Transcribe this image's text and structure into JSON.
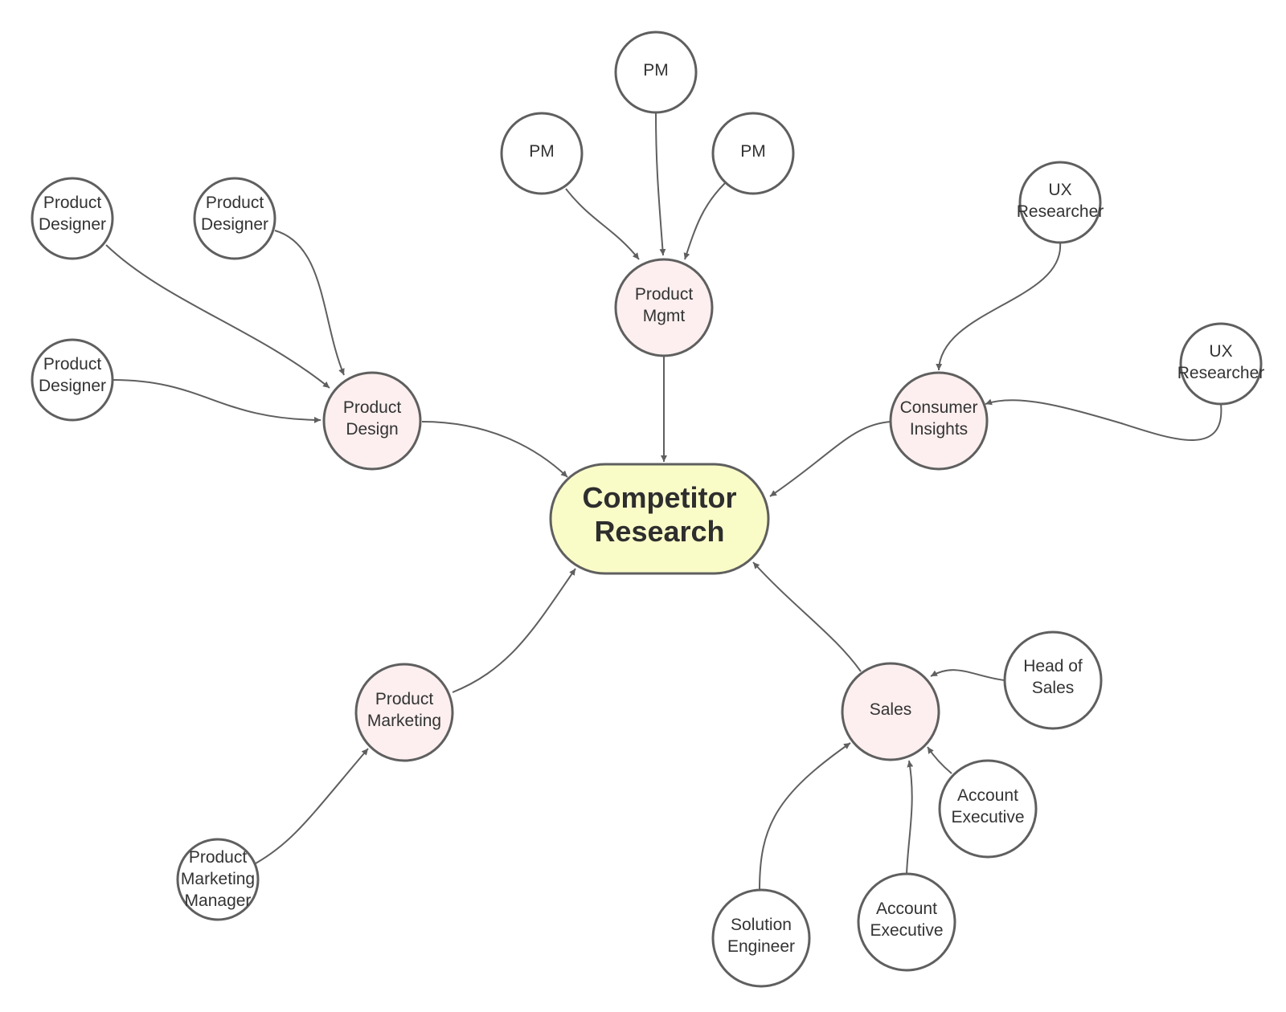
{
  "colors": {
    "stroke": "#5f5f5f",
    "text": "#333333",
    "center_fill": "#fafcc8",
    "department_fill": "#fdefef",
    "person_fill": "#ffffff"
  },
  "center": {
    "id": "competitor-research",
    "lines": [
      "Competitor",
      "Research"
    ]
  },
  "departments": [
    {
      "id": "product-mgmt",
      "lines": [
        "Product",
        "Mgmt"
      ]
    },
    {
      "id": "product-design",
      "lines": [
        "Product",
        "Design"
      ]
    },
    {
      "id": "consumer-insights",
      "lines": [
        "Consumer",
        "Insights"
      ]
    },
    {
      "id": "product-marketing",
      "lines": [
        "Product",
        "Marketing"
      ]
    },
    {
      "id": "sales",
      "lines": [
        "Sales"
      ]
    }
  ],
  "people": [
    {
      "id": "pm-1",
      "lines": [
        "PM"
      ],
      "reports_to": "product-mgmt"
    },
    {
      "id": "pm-2",
      "lines": [
        "PM"
      ],
      "reports_to": "product-mgmt"
    },
    {
      "id": "pm-3",
      "lines": [
        "PM"
      ],
      "reports_to": "product-mgmt"
    },
    {
      "id": "product-designer-1",
      "lines": [
        "Product",
        "Designer"
      ],
      "reports_to": "product-design"
    },
    {
      "id": "product-designer-2",
      "lines": [
        "Product",
        "Designer"
      ],
      "reports_to": "product-design"
    },
    {
      "id": "product-designer-3",
      "lines": [
        "Product",
        "Designer"
      ],
      "reports_to": "product-design"
    },
    {
      "id": "ux-researcher-1",
      "lines": [
        "UX",
        "Researcher"
      ],
      "reports_to": "consumer-insights"
    },
    {
      "id": "ux-researcher-2",
      "lines": [
        "UX",
        "Researcher"
      ],
      "reports_to": "consumer-insights"
    },
    {
      "id": "product-marketing-manager",
      "lines": [
        "Product",
        "Marketing",
        "Manager"
      ],
      "reports_to": "product-marketing"
    },
    {
      "id": "head-of-sales",
      "lines": [
        "Head of",
        "Sales"
      ],
      "reports_to": "sales"
    },
    {
      "id": "account-executive-1",
      "lines": [
        "Account",
        "Executive"
      ],
      "reports_to": "sales"
    },
    {
      "id": "account-executive-2",
      "lines": [
        "Account",
        "Executive"
      ],
      "reports_to": "sales"
    },
    {
      "id": "solution-engineer",
      "lines": [
        "Solution",
        "Engineer"
      ],
      "reports_to": "sales"
    }
  ],
  "edges": [
    {
      "from": "product-mgmt",
      "to": "competitor-research"
    },
    {
      "from": "product-design",
      "to": "competitor-research"
    },
    {
      "from": "consumer-insights",
      "to": "competitor-research"
    },
    {
      "from": "product-marketing",
      "to": "competitor-research"
    },
    {
      "from": "sales",
      "to": "competitor-research"
    },
    {
      "from": "pm-1",
      "to": "product-mgmt"
    },
    {
      "from": "pm-2",
      "to": "product-mgmt"
    },
    {
      "from": "pm-3",
      "to": "product-mgmt"
    },
    {
      "from": "product-designer-1",
      "to": "product-design"
    },
    {
      "from": "product-designer-2",
      "to": "product-design"
    },
    {
      "from": "product-designer-3",
      "to": "product-design"
    },
    {
      "from": "ux-researcher-1",
      "to": "consumer-insights"
    },
    {
      "from": "ux-researcher-2",
      "to": "consumer-insights"
    },
    {
      "from": "product-marketing-manager",
      "to": "product-marketing"
    },
    {
      "from": "head-of-sales",
      "to": "sales"
    },
    {
      "from": "account-executive-1",
      "to": "sales"
    },
    {
      "from": "account-executive-2",
      "to": "sales"
    },
    {
      "from": "solution-engineer",
      "to": "sales"
    }
  ]
}
